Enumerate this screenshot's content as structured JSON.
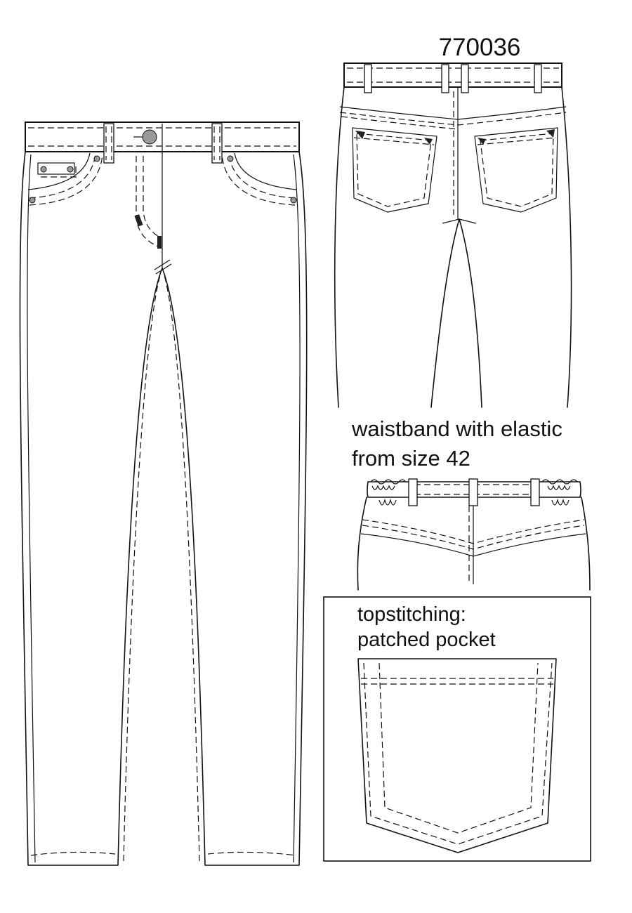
{
  "style_number": "770036",
  "notes": {
    "waistband_line1": "waistband with elastic",
    "waistband_line2": "from size 42",
    "topstitch_line1": "topstitching:",
    "topstitch_line2": "patched pocket"
  }
}
